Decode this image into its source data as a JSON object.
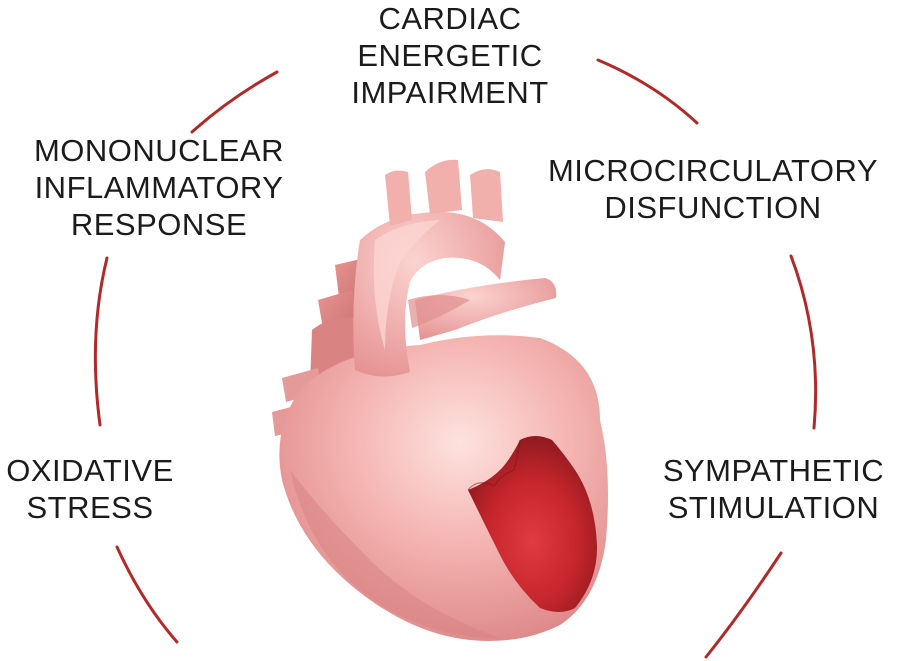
{
  "labels": {
    "cardiac_energetic_impairment": [
      "CARDIAC",
      "ENERGETIC",
      "IMPAIRMENT"
    ],
    "mononuclear_inflammatory_response": [
      "MONONUCLEAR",
      "INFLAMMATORY",
      "RESPONSE"
    ],
    "microcirculatory_disfunction": [
      "MICROCIRCULATORY",
      "DISFUNCTION"
    ],
    "oxidative_stress": [
      "OXIDATIVE",
      "STRESS"
    ],
    "sympathetic_stimulation": [
      "SYMPATHETIC",
      "STIMULATION"
    ]
  },
  "colors": {
    "ring_arc": "#b02a2a",
    "heart_base": "#f0a7a6",
    "heart_light": "#fbd7d4",
    "heart_shadow": "#d67c7c",
    "vessel": "#f3b3b0",
    "infarct": "#b31e25",
    "infarct_center": "#e0373d"
  }
}
